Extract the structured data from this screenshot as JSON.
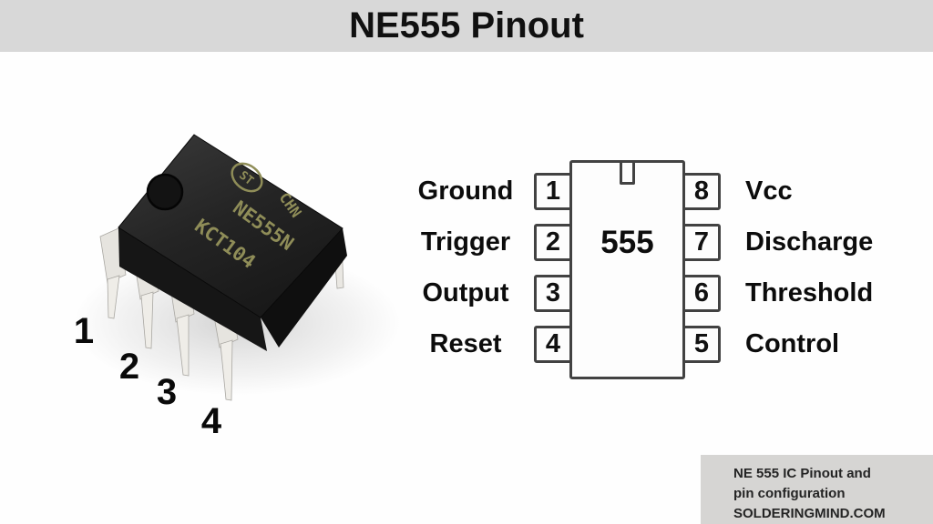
{
  "header": {
    "title": "NE555 Pinout"
  },
  "chip_photo": {
    "logo_text": "ST",
    "markings": [
      "CHN",
      "NE555N",
      "KCT104"
    ],
    "pin_number_labels": [
      "1",
      "2",
      "3",
      "4"
    ]
  },
  "pinout_diagram": {
    "chip_label": "555",
    "left_pins": [
      {
        "number": "1",
        "label": "Ground"
      },
      {
        "number": "2",
        "label": "Trigger"
      },
      {
        "number": "3",
        "label": "Output"
      },
      {
        "number": "4",
        "label": "Reset"
      }
    ],
    "right_pins": [
      {
        "number": "8",
        "label": "Vcc"
      },
      {
        "number": "7",
        "label": "Discharge"
      },
      {
        "number": "6",
        "label": "Threshold"
      },
      {
        "number": "5",
        "label": "Control"
      }
    ]
  },
  "credit": {
    "lines": [
      "NE 555 IC Pinout and",
      "pin configuration",
      "SOLDERINGMIND.COM"
    ]
  },
  "colors": {
    "header_background": "#d8d8d8",
    "page_background": "#fefefe",
    "diagram_line": "#424242",
    "text": "#0c0c0c",
    "credit_background": "#d6d5d3",
    "chip_body": "#222222",
    "chip_marking": "#8f8d58",
    "chip_pin": "#e6e4df"
  }
}
